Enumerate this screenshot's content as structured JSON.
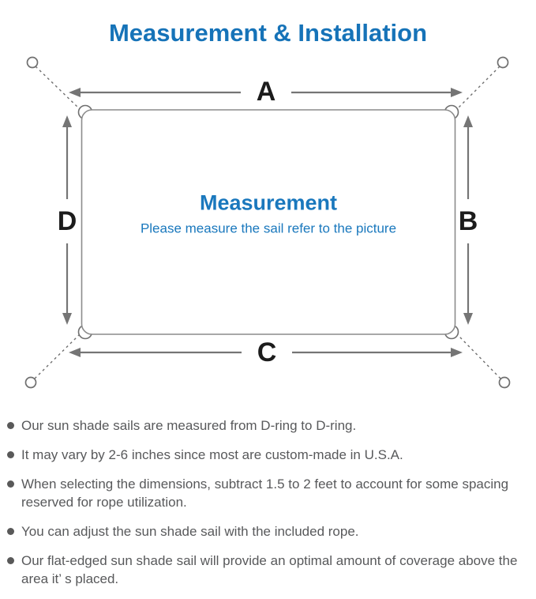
{
  "title": "Measurement & Installation",
  "diagram": {
    "labels": {
      "top": "A",
      "right": "B",
      "bottom": "C",
      "left": "D"
    },
    "center_title": "Measurement",
    "center_subtitle": "Please measure the sail refer to the picture"
  },
  "notes": [
    "Our sun shade sails are measured from D-ring to D-ring.",
    "It may vary by 2-6 inches since most are custom-made in U.S.A.",
    "When selecting the dimensions, subtract 1.5 to 2 feet to account for some spacing reserved for rope utilization.",
    "You can adjust the sun shade sail with the included rope.",
    "Our flat-edged sun shade sail will provide an optimal amount of coverage above the area it’ s placed."
  ],
  "colors": {
    "accent_blue": "#1673b8",
    "center_blue": "#1a78bd",
    "text_gray": "#58595b",
    "line_gray": "#757575",
    "label_black": "#1c1c1c"
  }
}
